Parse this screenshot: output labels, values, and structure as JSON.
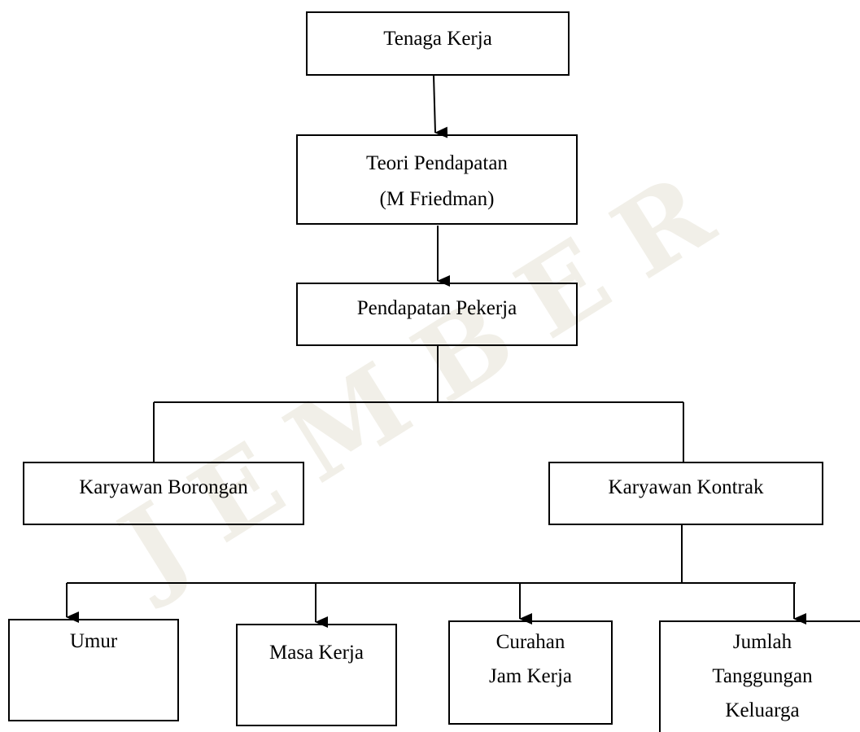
{
  "diagram": {
    "nodes": {
      "tenaga_kerja": {
        "lines": [
          "Tenaga Kerja"
        ]
      },
      "teori_pendapatan": {
        "lines": [
          "Teori Pendapatan",
          "(M Friedman)"
        ]
      },
      "pendapatan_pekerja": {
        "lines": [
          "Pendapatan Pekerja"
        ]
      },
      "karyawan_borongan": {
        "lines": [
          "Karyawan Borongan"
        ]
      },
      "karyawan_kontrak": {
        "lines": [
          "Karyawan Kontrak"
        ]
      },
      "umur": {
        "lines": [
          "Umur"
        ]
      },
      "masa_kerja": {
        "lines": [
          "Masa Kerja"
        ]
      },
      "curahan_jam_kerja": {
        "lines": [
          "Curahan",
          "Jam Kerja"
        ]
      },
      "jumlah_tanggungan_keluarga": {
        "lines": [
          "Jumlah",
          "Tanggungan",
          "Keluarga"
        ]
      }
    },
    "edges": [
      {
        "from": "tenaga_kerja",
        "to": "teori_pendapatan",
        "arrow": true
      },
      {
        "from": "teori_pendapatan",
        "to": "pendapatan_pekerja",
        "arrow": true
      },
      {
        "from": "pendapatan_pekerja",
        "to": "karyawan_borongan",
        "arrow": false
      },
      {
        "from": "pendapatan_pekerja",
        "to": "karyawan_kontrak",
        "arrow": false
      },
      {
        "from": "karyawan_kontrak",
        "to": "umur",
        "arrow": true
      },
      {
        "from": "karyawan_kontrak",
        "to": "masa_kerja",
        "arrow": true
      },
      {
        "from": "karyawan_kontrak",
        "to": "curahan_jam_kerja",
        "arrow": true
      },
      {
        "from": "karyawan_kontrak",
        "to": "jumlah_tanggungan_keluarga",
        "arrow": true
      }
    ]
  },
  "watermark": {
    "text": "JEMBER"
  },
  "colors": {
    "line": "#000000",
    "watermark": "#e1dccd"
  }
}
